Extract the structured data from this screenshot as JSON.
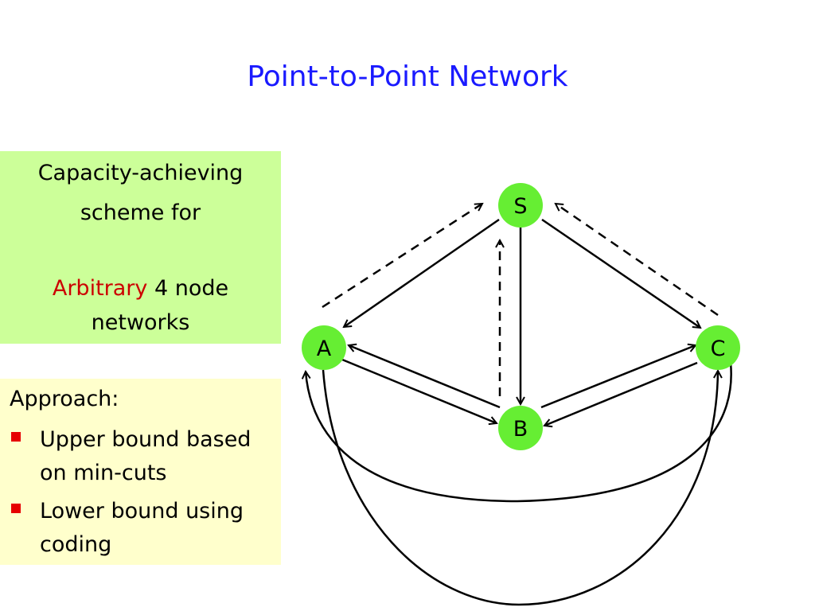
{
  "title": "Point-to-Point Network",
  "capacity_box": {
    "line1": "Capacity-achieving",
    "line2": "scheme for",
    "highlight": "Arbitrary",
    "line3_rest": " 4 node",
    "line4": "networks"
  },
  "approach_box": {
    "heading": "Approach:",
    "bullets": [
      {
        "text": "Upper bound based on min-cuts"
      },
      {
        "text": "Lower bound using coding"
      }
    ]
  },
  "nodes": {
    "S": "S",
    "A": "A",
    "B": "B",
    "C": "C"
  },
  "colors": {
    "title": "#1a1aff",
    "node_fill": "#66ee33",
    "capacity_box": "#ccff99",
    "approach_box": "#ffffcc",
    "accent": "#cc0000",
    "bullet": "#e60000"
  }
}
